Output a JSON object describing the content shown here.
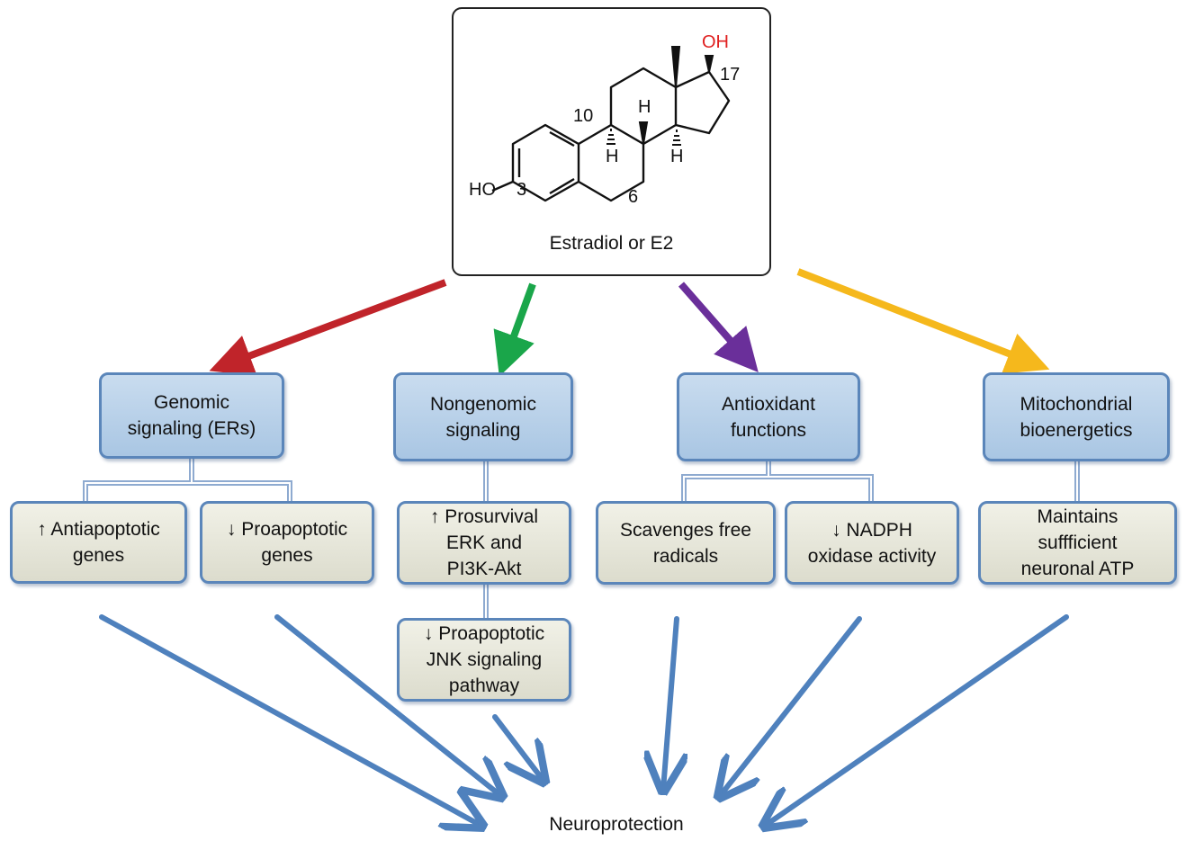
{
  "molecule": {
    "name": "Estradiol or E2",
    "atoms": {
      "oh_top": "OH",
      "ho_left": "HO",
      "h_a": "H",
      "h_b": "H",
      "h_c": "H",
      "n10": "10",
      "n17": "17",
      "n3": "3",
      "n6": "6"
    }
  },
  "categories": [
    {
      "line1": "Genomic",
      "line2": "signaling (ERs)"
    },
    {
      "line1": "Nongenomic",
      "line2": "signaling"
    },
    {
      "line1": "Antioxidant",
      "line2": "functions"
    },
    {
      "line1": "Mitochondrial",
      "line2": "bioenergetics"
    }
  ],
  "effects": {
    "antiapoptotic": {
      "line1": "↑ Antiapoptotic",
      "line2": "genes"
    },
    "proapoptotic": {
      "line1": "↓ Proapoptotic",
      "line2": "genes"
    },
    "prosurvival": {
      "line1": "↑ Prosurvival",
      "line2": "ERK and",
      "line3": "PI3K-Akt"
    },
    "jnk": {
      "line1": "↓ Proapoptotic",
      "line2": "JNK signaling",
      "line3": "pathway"
    },
    "scavenges": {
      "line1": "Scavenges free",
      "line2": "radicals"
    },
    "nadph": {
      "line1": "↓ NADPH",
      "line2": "oxidase activity"
    },
    "atp": {
      "line1": "Maintains",
      "line2": "suffficient",
      "line3": "neuronal ATP"
    }
  },
  "outcome": "Neuroprotection",
  "colors": {
    "red_arrow": "#c0242a",
    "green_arrow": "#1aa64a",
    "purple_arrow": "#6a2f9a",
    "yellow_arrow": "#f5b81c",
    "blue_arrow": "#4f81bd",
    "oh_red": "#e02020"
  }
}
